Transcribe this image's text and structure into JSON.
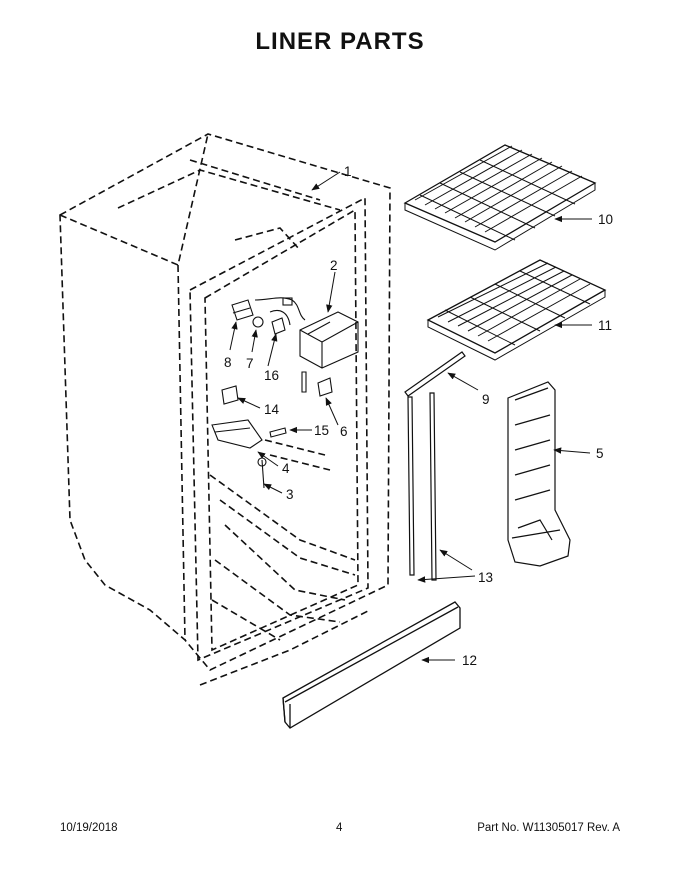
{
  "title": "LINER PARTS",
  "callouts": [
    "1",
    "2",
    "3",
    "4",
    "5",
    "6",
    "7",
    "8",
    "9",
    "10",
    "11",
    "12",
    "13",
    "14",
    "15",
    "16"
  ],
  "footer": {
    "date": "10/19/2018",
    "page": "4",
    "part": "Part No.  W11305017  Rev.  A"
  }
}
